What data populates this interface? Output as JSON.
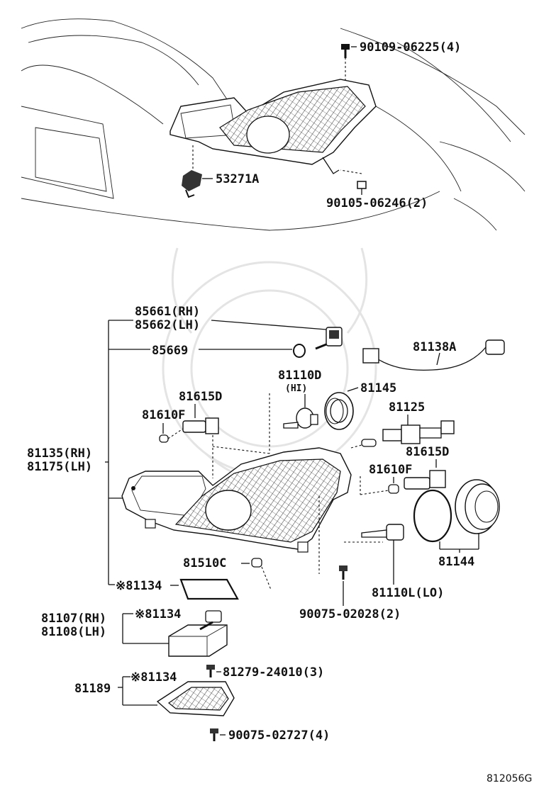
{
  "labels": {
    "bolt_top": "90109-06225(4)",
    "clip_53271A": "53271A",
    "nut_90105": "90105-06246(2)",
    "bulb_socket_rh": "85661(RH)",
    "bulb_socket_lh": "85662(LH)",
    "gasket_85669": "85669",
    "wire_81138A": "81138A",
    "bulb_81110D": "81110D",
    "bulb_81110D_note": "(HI)",
    "cap_81145": "81145",
    "socket_81615D_left": "81615D",
    "bulb_81610F_left": "81610F",
    "socket_81125": "81125",
    "socket_81615D_right": "81615D",
    "bulb_81610F_right": "81610F",
    "unit_rh": "81135(RH)",
    "unit_lh": "81175(LH)",
    "cap_81144": "81144",
    "bulb_81510C": "81510C",
    "gasket_81134_a": "※81134",
    "computer_rh": "81107(RH)",
    "computer_lh": "81108(LH)",
    "gasket_81134_b": "※81134",
    "screw_81279": "81279-24010(3)",
    "bulb_81110L": "81110L(LO)",
    "screw_90075_a": "90075-02028(2)",
    "gasket_81134_c": "※81134",
    "cover_81189": "81189",
    "screw_90075_b": "90075-02727(4)",
    "diagram_code": "812056G"
  }
}
